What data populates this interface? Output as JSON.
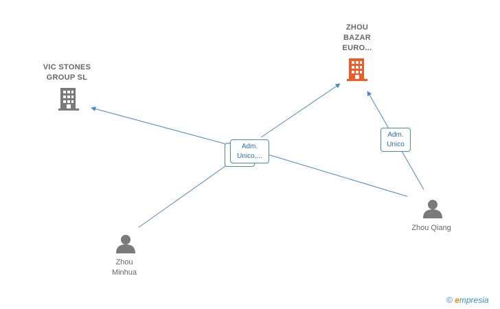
{
  "nodes": {
    "vic_stones": {
      "name": "VIC STONES GROUP  SL",
      "lines": [
        "VIC STONES",
        "GROUP  SL"
      ],
      "type": "company",
      "color": "#7a7a7a"
    },
    "zhou_bazar": {
      "name": "ZHOU BAZAR EURO...",
      "lines": [
        "ZHOU",
        "BAZAR",
        "EURO..."
      ],
      "type": "company",
      "color": "#f05a28"
    },
    "zhou_minhua": {
      "name": "Zhou Minhua",
      "lines": [
        "Zhou",
        "Minhua"
      ],
      "type": "person",
      "color": "#7a7a7a"
    },
    "zhou_qiang": {
      "name": "Zhou Qiang",
      "lines": [
        "Zhou Qiang"
      ],
      "type": "person",
      "color": "#7a7a7a"
    }
  },
  "relations": {
    "center": {
      "lines": [
        "Adm.",
        "Unico,..."
      ]
    },
    "right": {
      "lines": [
        "Adm.",
        "Unico"
      ]
    }
  },
  "colors": {
    "edge": "#4a86c8",
    "label_text": "#666666"
  },
  "watermark": {
    "copyright": "©",
    "brand_initial": "e",
    "brand_rest": "mpresia"
  }
}
